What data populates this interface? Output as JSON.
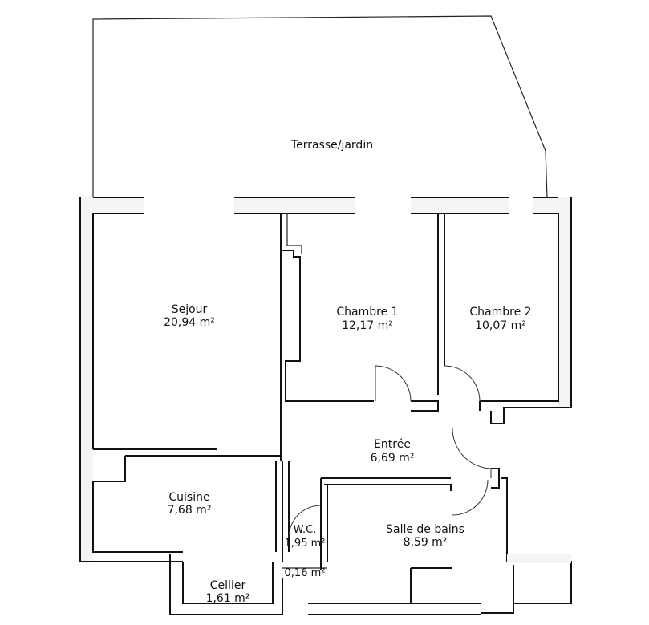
{
  "rooms": {
    "terrasse": {
      "name": "Terrasse/jardin"
    },
    "sejour": {
      "name": "Sejour",
      "area": "20,94 m²"
    },
    "chambre1": {
      "name": "Chambre 1",
      "area": "12,17 m²"
    },
    "chambre2": {
      "name": "Chambre 2",
      "area": "10,07 m²"
    },
    "entree": {
      "name": "Entrée",
      "area": "6,69 m²"
    },
    "cuisine": {
      "name": "Cuisine",
      "area": "7,68 m²"
    },
    "wc": {
      "name": "W.C.",
      "area": "1,95 m²"
    },
    "placard": {
      "area": "0,16 m²"
    },
    "sdb": {
      "name": "Salle de bains",
      "area": "8,59 m²"
    },
    "cellier": {
      "name": "Cellier",
      "area": "1,61 m²"
    }
  }
}
